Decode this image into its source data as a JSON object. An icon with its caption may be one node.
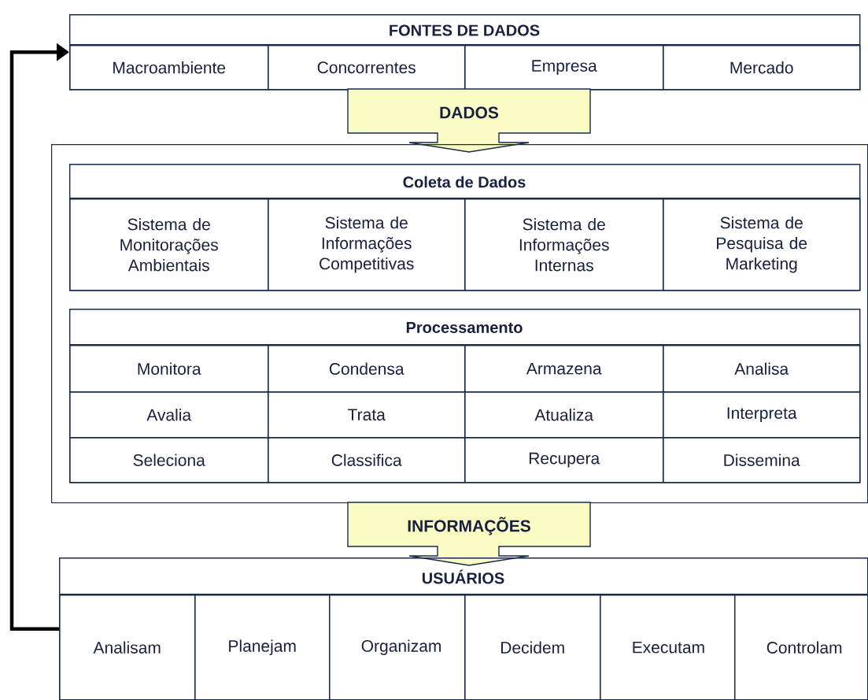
{
  "diagram": {
    "nodes": [
      {
        "text": [
          "FONTES DE DADOS"
        ]
      },
      {
        "text": [
          "Macroambiente"
        ],
        "in": 0
      },
      {
        "text": [
          "Concorrentes"
        ],
        "in": 0
      },
      {
        "text": [
          "Empresa"
        ],
        "in": 0
      },
      {
        "text": [
          "Mercado"
        ],
        "in": 0
      },
      {
        "text": [
          "DADOS"
        ]
      },
      {
        "text": [],
        "shape": "box"
      },
      {
        "text": [
          "Coleta de Dados"
        ],
        "in": 6
      },
      {
        "text": [
          "Sistema de Monitorações Ambientais"
        ],
        "in": 7
      },
      {
        "text": [
          "Sistema de Informações Competitivas"
        ],
        "in": 7
      },
      {
        "text": [
          "Sistema de Informações Internas"
        ],
        "in": 7
      },
      {
        "text": [
          "Sistema de Pesquisa de Marketing"
        ],
        "in": 7
      },
      {
        "text": [
          "Processamento"
        ],
        "in": 6
      },
      {
        "text": [
          "Monitora"
        ],
        "in": 12
      },
      {
        "text": [
          "Condensa"
        ],
        "in": 12
      },
      {
        "text": [
          "Armazena"
        ],
        "in": 12
      },
      {
        "text": [
          "Analisa"
        ],
        "in": 12
      },
      {
        "text": [
          "Avalia"
        ],
        "in": 12
      },
      {
        "text": [
          "Trata"
        ],
        "in": 12
      },
      {
        "text": [
          "Atualiza"
        ],
        "in": 12
      },
      {
        "text": [
          "Interpreta"
        ],
        "in": 12
      },
      {
        "text": [
          "Seleciona"
        ],
        "in": 12
      },
      {
        "text": [
          "Classifica"
        ],
        "in": 12
      },
      {
        "text": [
          "Recupera"
        ],
        "in": 12
      },
      {
        "text": [
          "Dissemina"
        ],
        "in": 12
      },
      {
        "text": [
          "INFORMAÇÕES"
        ]
      },
      {
        "text": [
          "USUÁRIOS"
        ]
      },
      {
        "text": [
          "Analisam"
        ],
        "in": 26
      },
      {
        "text": [
          "Planejam"
        ],
        "in": 26
      },
      {
        "text": [
          "Organizam"
        ],
        "in": 26
      },
      {
        "text": [
          "Decidem"
        ],
        "in": 26
      },
      {
        "text": [
          "Executam"
        ],
        "in": 26
      },
      {
        "text": [
          "Controlam"
        ],
        "in": 26
      }
    ],
    "edges": [
      {
        "from": 26,
        "to": 0,
        "arrow": "to"
      }
    ]
  }
}
